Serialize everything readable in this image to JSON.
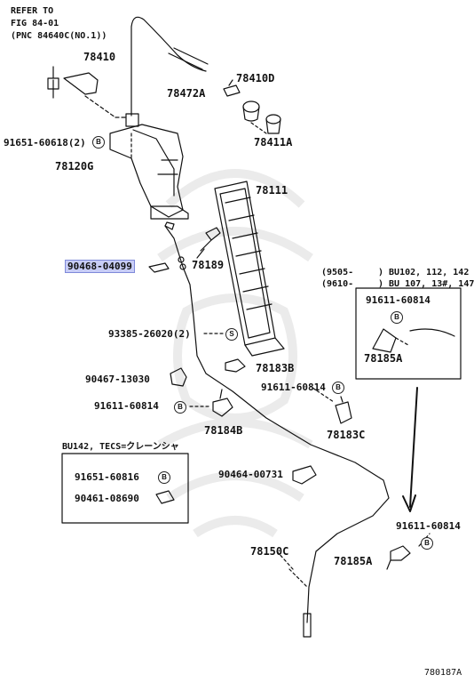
{
  "refer": {
    "line1": "REFER TO",
    "line2": "FIG 84-01",
    "line3": "(PNC 84640C(NO.1))"
  },
  "labels": {
    "p78410": "78410",
    "p78410D": "78410D",
    "p78472A": "78472A",
    "p78411A": "78411A",
    "p91651_60618": "91651-60618(2)",
    "p78120G": "78120G",
    "p78111": "78111",
    "p90468_04099": "90468-04099",
    "p78189": "78189",
    "p93385_26020": "93385-26020(2)",
    "p78183B": "78183B",
    "p90467_13030": "90467-13030",
    "p91611_60814_a": "91611-60814",
    "p91611_60814_b": "91611-60814",
    "p78184B": "78184B",
    "p78183C": "78183C",
    "p90464_00731": "90464-00731",
    "p78150C": "78150C",
    "p78185A_bottom": "78185A",
    "p91611_60814_right": "91611-60814",
    "bu142_title": "BU142, TECS=クレーンシャ",
    "p91651_60816": "91651-60816",
    "p90461_08690": "90461-08690",
    "inset_line1_left": "(9505-",
    "inset_line1_right": ") BU102, 112, 142",
    "inset_line2_left": "(9610-",
    "inset_line2_right": ") BU 107, 13#, 147",
    "inset_part": "91611-60814",
    "inset_ref": "78185A",
    "figure_code": "780187A"
  },
  "markers": {
    "b": "B",
    "s": "S"
  },
  "highlight_color": "#c8cdf6"
}
